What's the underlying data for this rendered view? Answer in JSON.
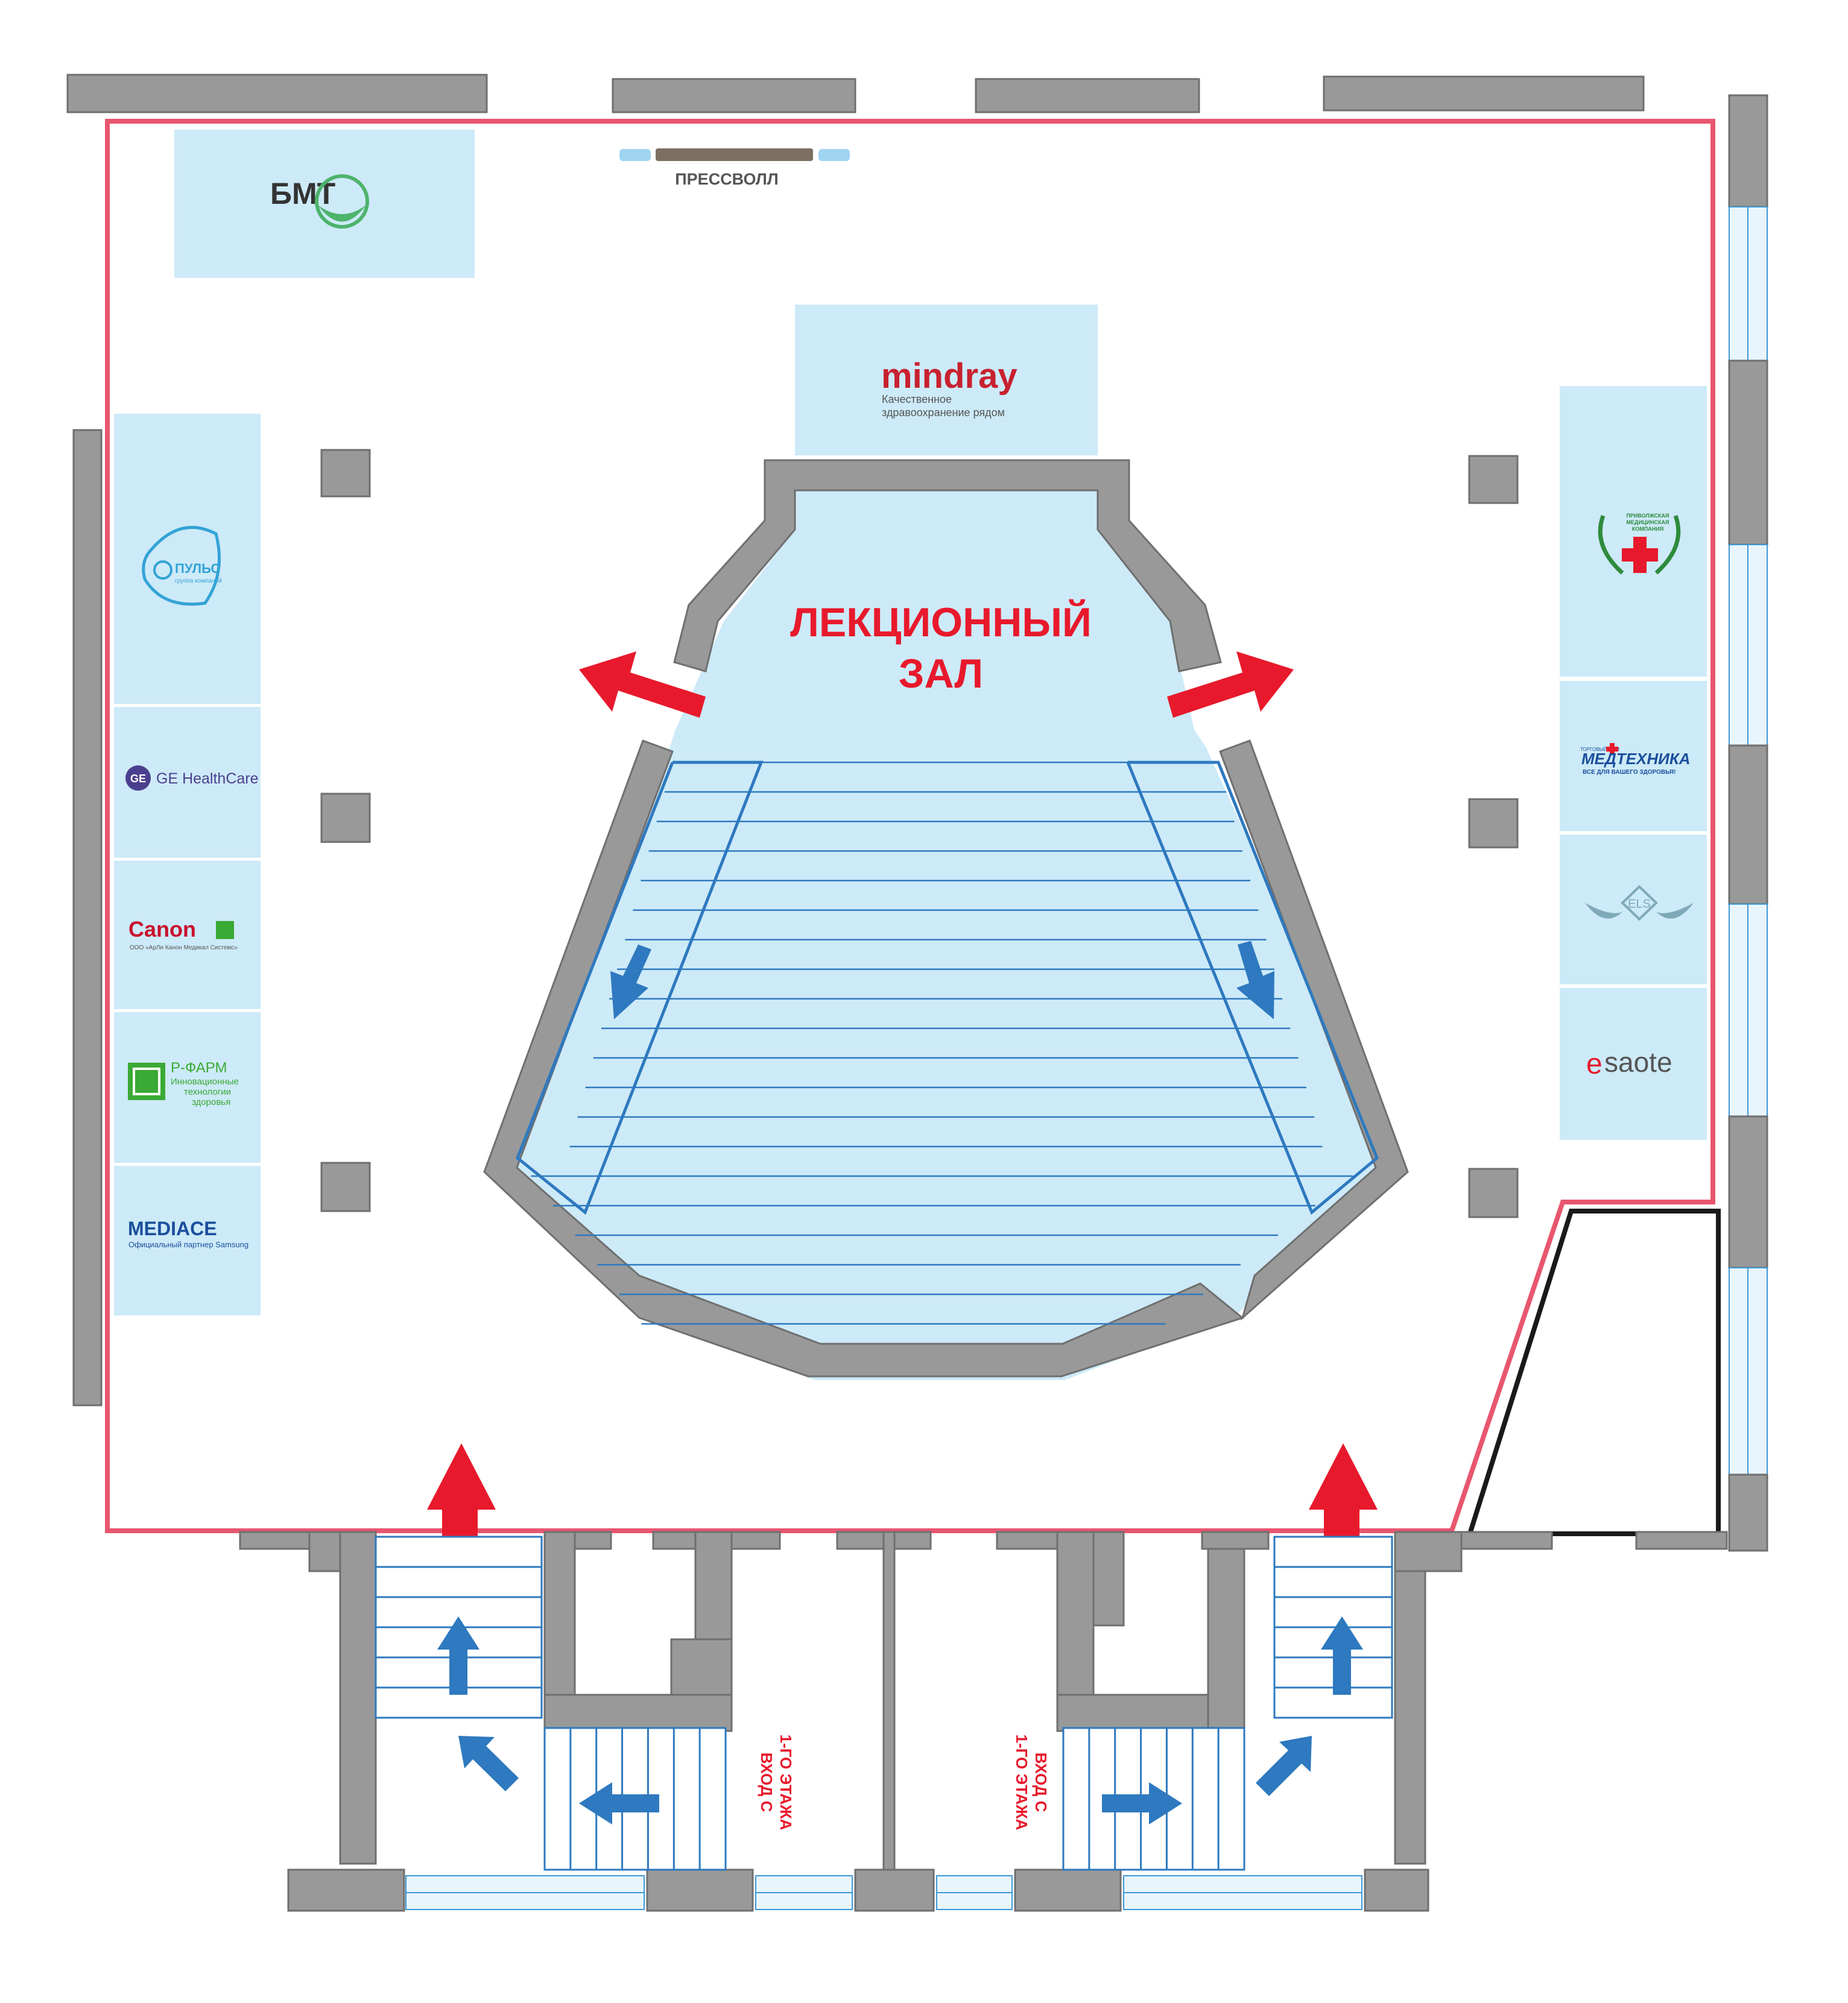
{
  "hall": {
    "title_line1": "ЛЕКЦИОННЫЙ",
    "title_line2": "ЗАЛ"
  },
  "presswall": {
    "label": "ПРЕССВОЛЛ"
  },
  "entrances": {
    "left": {
      "line1": "ВХОД С",
      "line2": "1-ГО ЭТАЖА"
    },
    "right": {
      "line1": "ВХОД С",
      "line2": "1-ГО ЭТАЖА"
    }
  },
  "booths": {
    "bmt": {
      "logo_text": "БМТ"
    },
    "mindray": {
      "logo_text": "mindray",
      "tagline_line1": "Качественное",
      "tagline_line2": "здравоохранение рядом"
    },
    "puls": {
      "logo_text": "ПУЛЬС",
      "sub_text": "группа компаний"
    },
    "ge": {
      "logo_text": "GE HealthCare"
    },
    "canon": {
      "logo_text": "Canon",
      "sub_text": "ООО «АрЛи Канон Медикал Системс»"
    },
    "rpharm": {
      "logo_text": "Р-ФАРМ",
      "line1": "Инновационные",
      "line2": "технологии",
      "line3": "здоровья"
    },
    "mediace": {
      "logo_text": "MEDIACE",
      "sub_text": "Официальный партнер Samsung"
    },
    "privolzhskaya": {
      "line1": "ПРИВОЛЖСКАЯ",
      "line2": "МЕДИЦИНСКАЯ",
      "line3": "КОМПАНИЯ"
    },
    "medtechnika": {
      "logo_text": "МЕДТЕХНИКА",
      "top_text": "ТОРГОВЫЙ ДОМ",
      "sub_text": "ВСЕ ДЛЯ ВАШЕГО ЗДОРОВЬЯ!"
    },
    "els": {
      "logo_text": "ELS"
    },
    "esaote": {
      "logo_text": "saote"
    }
  },
  "colors": {
    "zone_border": "#e8566f",
    "wall": "#999999",
    "booth_fill": "#cdeaf8",
    "accent_red": "#e8192c",
    "accent_blue": "#2e79bf"
  }
}
